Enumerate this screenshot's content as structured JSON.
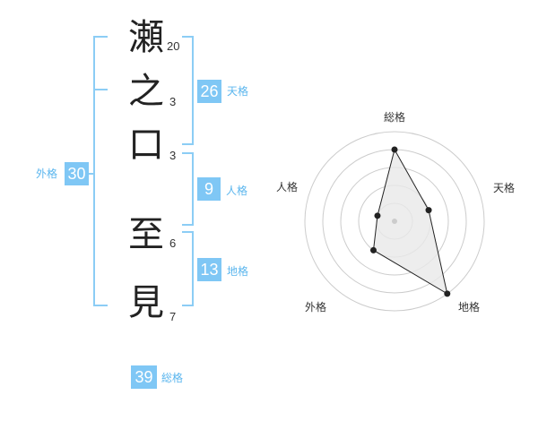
{
  "name": {
    "characters": [
      {
        "char": "瀬",
        "strokes": "20"
      },
      {
        "char": "之",
        "strokes": "3"
      },
      {
        "char": "口",
        "strokes": "3"
      },
      {
        "char": "至",
        "strokes": "6"
      },
      {
        "char": "見",
        "strokes": "7"
      }
    ]
  },
  "kakusu": {
    "tenkaku": {
      "value": "26",
      "label": "天格"
    },
    "jinkaku": {
      "value": "9",
      "label": "人格"
    },
    "chikaku": {
      "value": "13",
      "label": "地格"
    },
    "gaikaku": {
      "value": "30",
      "label": "外格"
    },
    "soukaku": {
      "value": "39",
      "label": "総格"
    }
  },
  "radar": {
    "axes": [
      "総格",
      "天格",
      "地格",
      "外格",
      "人格"
    ],
    "values": [
      4,
      2,
      5,
      2,
      1
    ],
    "max": 5,
    "colors": {
      "fill": "#e9e9e9",
      "line": "#222222",
      "grid": "#cccccc",
      "center": "#cccccc"
    }
  },
  "colors": {
    "accent": "#7fc7f5",
    "bracket": "#8ccdf5"
  }
}
